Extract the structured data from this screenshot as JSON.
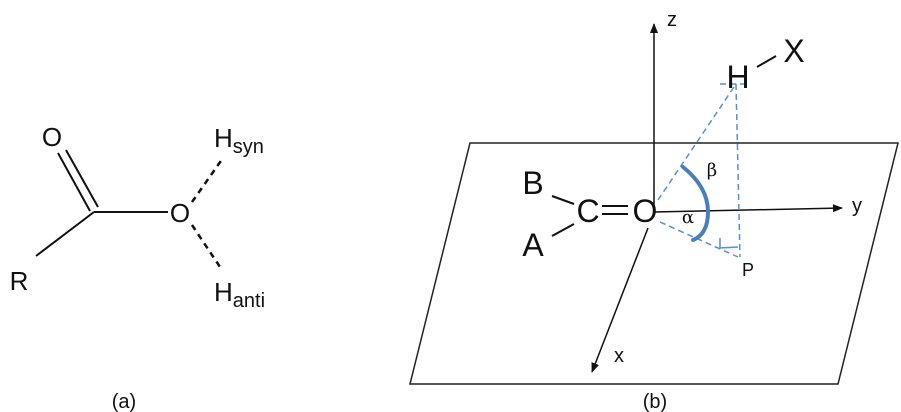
{
  "panel_a": {
    "caption": "(a)",
    "atoms": {
      "carbonyl_oxygen": "O",
      "hydroxyl_oxygen": "O",
      "r_group": "R",
      "h_syn_main": "H",
      "h_syn_sub": "syn",
      "h_anti_main": "H",
      "h_anti_sub": "anti"
    }
  },
  "panel_b": {
    "caption": "(b)",
    "axes": {
      "z": "z",
      "y": "y",
      "x": "x"
    },
    "atoms": {
      "b": "B",
      "a": "A",
      "carbon": "C",
      "oxygen": "O",
      "hydrogen": "H",
      "x_atom": "X",
      "projection_point": "P"
    },
    "angles": {
      "alpha": "α",
      "beta": "β"
    },
    "colors": {
      "construction_lines": "#5b8fc9",
      "angle_arcs": "#4a7fbf"
    }
  }
}
